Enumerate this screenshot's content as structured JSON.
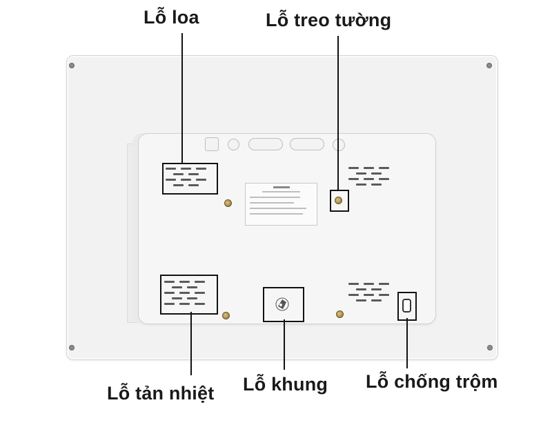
{
  "labels": {
    "speaker_hole": "Lỗ loa",
    "wall_mount_hole": "Lỗ treo tường",
    "heat_vent": "Lỗ tản nhiệt",
    "frame_hole": "Lỗ khung",
    "anti_theft_hole": "Lỗ chống trộm"
  }
}
